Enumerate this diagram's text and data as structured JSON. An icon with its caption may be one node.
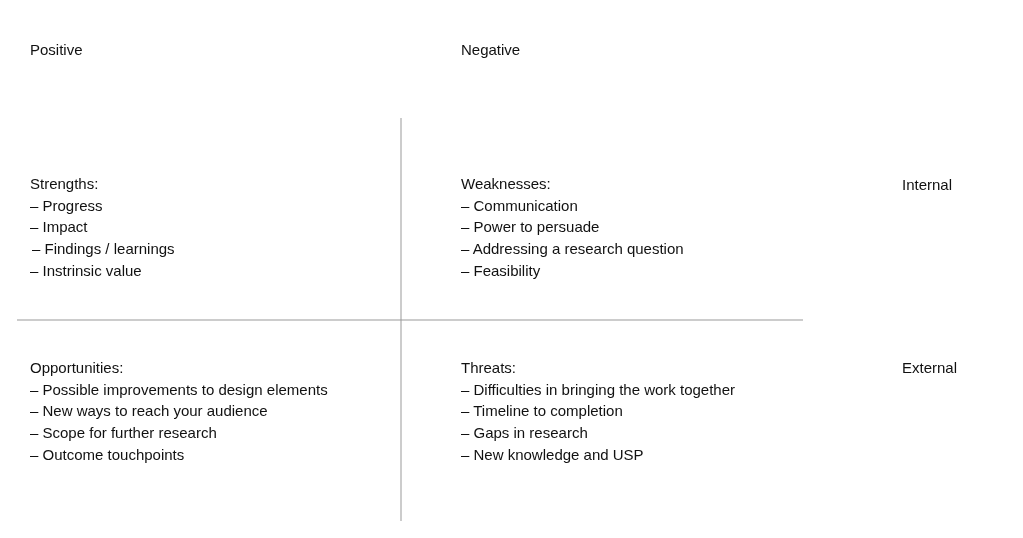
{
  "diagram": {
    "labels": [
      "Positive",
      "Negative",
      "Strengths:",
      "– Progress",
      "– Impact",
      "– Findings / learnings",
      "– Instrinsic value",
      "Weaknesses:",
      "– Communication",
      "– Power to persuade",
      "– Addressing a research question",
      "– Feasibility",
      "Internal",
      "Opportunities:",
      "– Possible improvements to design elements",
      "– New ways to reach your audience",
      "– Scope for further research",
      "– Outcome touchpoints",
      "Threats:",
      "– Difficulties in bringing the work together",
      "– Timeline to completion",
      "– Gaps in research",
      "– New knowledge and USP",
      "External"
    ]
  }
}
